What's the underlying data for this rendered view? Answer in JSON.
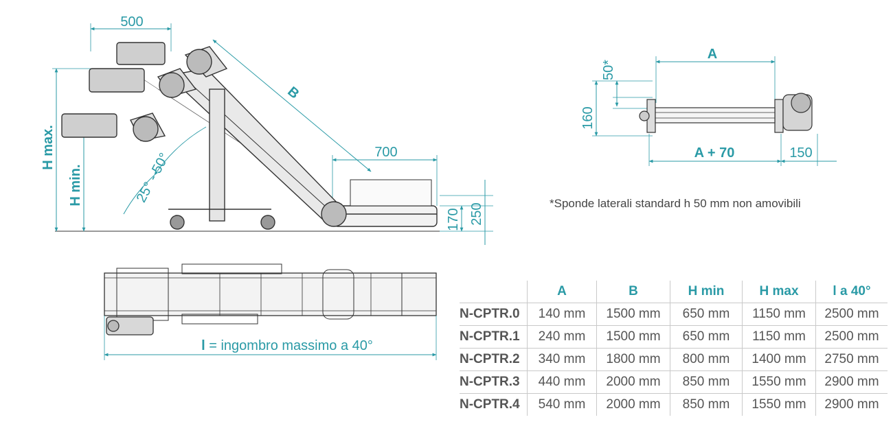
{
  "colors": {
    "accent": "#2a9aa6",
    "line": "#333333",
    "text": "#555555"
  },
  "side_view": {
    "dim_top": "500",
    "dim_B": "B",
    "dim_700": "700",
    "dim_170": "170",
    "dim_250": "250",
    "angle": "25° - 50°",
    "h_max": "H max.",
    "h_min": "H min."
  },
  "section_view": {
    "dim_A": "A",
    "dim_50": "50*",
    "dim_160": "160",
    "dim_A70": "A + 70",
    "dim_150": "150"
  },
  "note": "*Sponde laterali standard h 50 mm non amovibili",
  "top_view": {
    "l_letter": "l",
    "l_text": " = ingombro massimo a 40°"
  },
  "table": {
    "headers": [
      "A",
      "B",
      "H min",
      "H max",
      "l a 40°"
    ],
    "rows": [
      {
        "model": "N-CPTR.0",
        "cells": [
          "140 mm",
          "1500 mm",
          "650 mm",
          "1150 mm",
          "2500 mm"
        ]
      },
      {
        "model": "N-CPTR.1",
        "cells": [
          "240 mm",
          "1500 mm",
          "650 mm",
          "1150 mm",
          "2500 mm"
        ]
      },
      {
        "model": "N-CPTR.2",
        "cells": [
          "340 mm",
          "1800 mm",
          "800 mm",
          "1400 mm",
          "2750 mm"
        ]
      },
      {
        "model": "N-CPTR.3",
        "cells": [
          "440 mm",
          "2000 mm",
          "850 mm",
          "1550 mm",
          "2900 mm"
        ]
      },
      {
        "model": "N-CPTR.4",
        "cells": [
          "540 mm",
          "2000 mm",
          "850 mm",
          "1550 mm",
          "2900 mm"
        ]
      }
    ]
  }
}
